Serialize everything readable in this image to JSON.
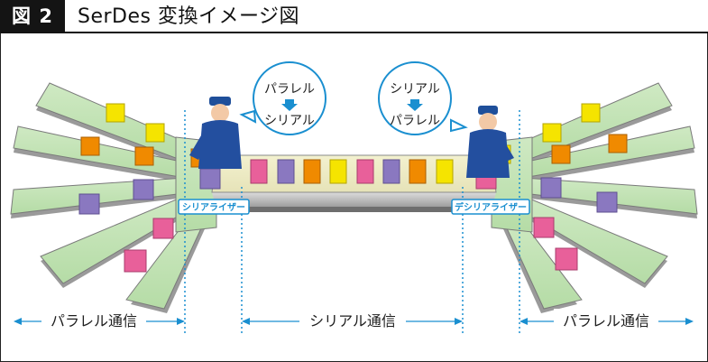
{
  "header": {
    "figure_number": "図 2",
    "title": "SerDes 変換イメージ図"
  },
  "bubbles": {
    "left": {
      "top": "パラレル",
      "bottom": "シリアル"
    },
    "right": {
      "top": "シリアル",
      "bottom": "パラレル"
    }
  },
  "tags": {
    "serializer": "シリアライザー",
    "deserializer": "デシリアライザー"
  },
  "spans": {
    "left": "パラレル通信",
    "center": "シリアル通信",
    "right": "パラレル通信"
  },
  "colors": {
    "accent": "#1a8fd0",
    "belt": "#bfe3b0",
    "yellow": "#f5e400",
    "orange": "#f08a00",
    "purple": "#8a78c0",
    "pink": "#e8609a"
  }
}
